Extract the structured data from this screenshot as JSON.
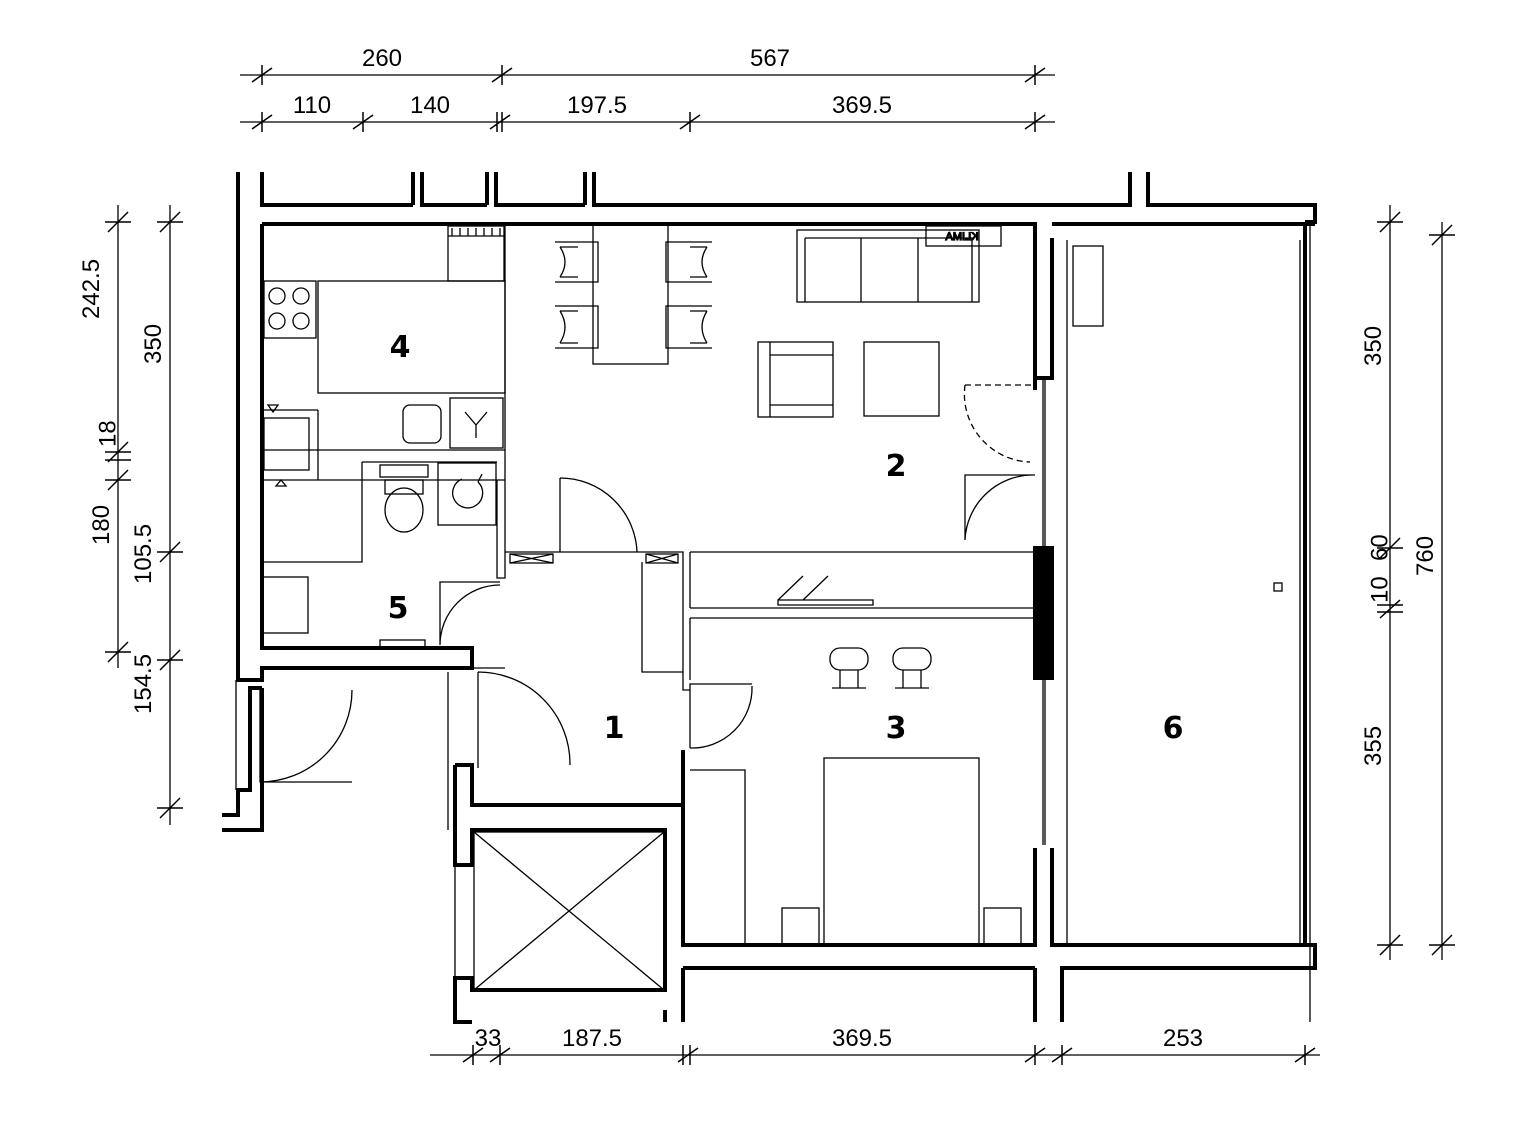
{
  "plan": {
    "rooms": [
      "1",
      "2",
      "3",
      "4",
      "5",
      "6"
    ],
    "ac_label": "KLIMA",
    "dims_top": {
      "row1": [
        "260",
        "567"
      ],
      "row2": [
        "110",
        "140",
        "197.5",
        "369.5"
      ]
    },
    "dims_bottom": [
      "33",
      "187.5",
      "369.5",
      "253"
    ],
    "dims_left": {
      "outer": [
        "242.5",
        "18",
        "180"
      ],
      "inner": [
        "350",
        "105.5",
        "154.5"
      ]
    },
    "dims_right": {
      "inner": [
        "350",
        "10",
        "60",
        "355"
      ],
      "outer": [
        "760"
      ]
    }
  }
}
